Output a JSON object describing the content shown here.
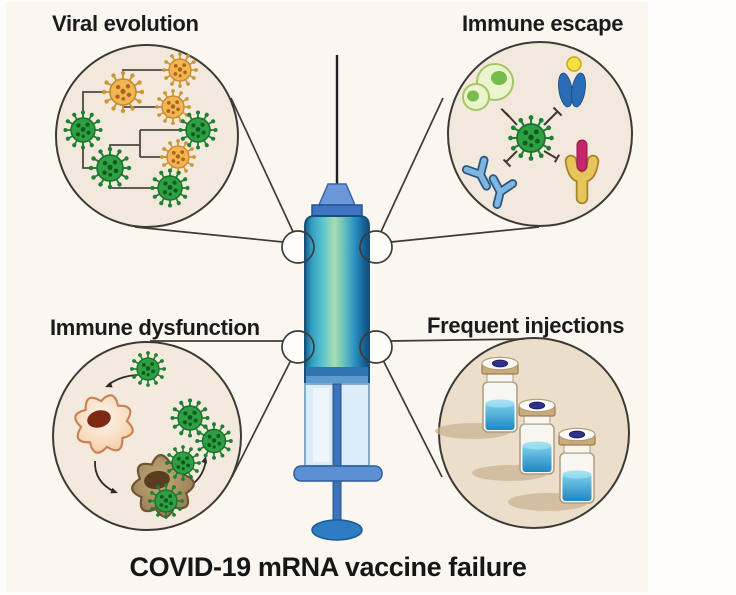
{
  "title": "COVID-19 mRNA vaccine failure",
  "callouts": {
    "top_left": {
      "label": "Viral evolution",
      "icons": [
        "phylogenetic-tree",
        "virus-green-icon",
        "virus-orange-icon"
      ]
    },
    "top_right": {
      "label": "Immune escape",
      "icons": [
        "coronavirus-icon",
        "lymphocyte-cells-icon",
        "t-cell-receptor-icon",
        "antibody-icon",
        "cell-receptor-icon",
        "inhibition-line"
      ]
    },
    "bottom_left": {
      "label": "Immune dysfunction",
      "icons": [
        "coronavirus-icon",
        "macrophage-icon",
        "infected-macrophage-icon",
        "arrow-icon"
      ]
    },
    "bottom_right": {
      "label": "Frequent injections",
      "icons": [
        "vaccine-vial-icon"
      ]
    }
  },
  "center": {
    "icon": "syringe-icon"
  },
  "colors": {
    "background": "#fdfbf6",
    "callout_circle_fill": "#f2e9dc",
    "callout_circle_fill_tan": "#ebdfcc",
    "virus_green": "#2f9f43",
    "virus_orange": "#f3b552",
    "syringe_blue": "#2a90c2",
    "vial_liquid_blue": "#1f86c0",
    "antibody_blue": "#7eb6e0",
    "receptor_gold": "#e8c558",
    "receptor_rod_red": "#c5256b",
    "macrophage_pink": "#f2c096",
    "macrophage_brown": "#8f744a",
    "text": "#1b1b1b"
  }
}
